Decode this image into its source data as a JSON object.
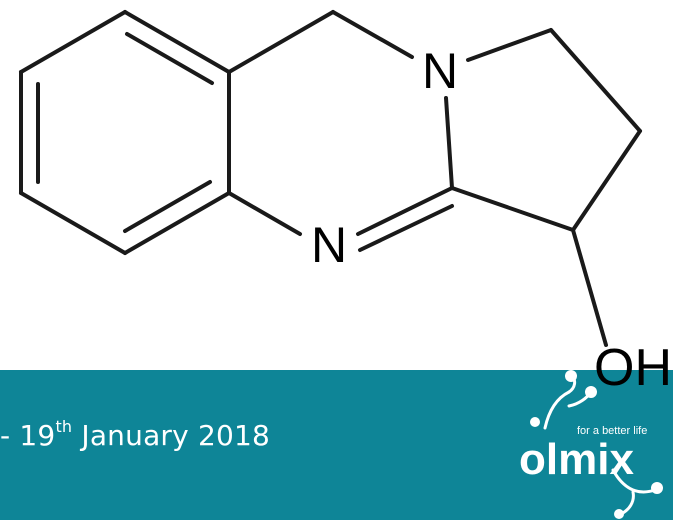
{
  "molecule": {
    "atom_n_top": "N",
    "atom_n_bottom": "N",
    "atom_oh": "OH"
  },
  "banner": {
    "date_prefix": "- 19",
    "date_superscript": "th",
    "date_suffix": " January 2018",
    "background_color": "#0e8597"
  },
  "logo": {
    "wordmark": "olmix",
    "tagline": "for a better life",
    "icon": "sprout-branch-icon"
  }
}
